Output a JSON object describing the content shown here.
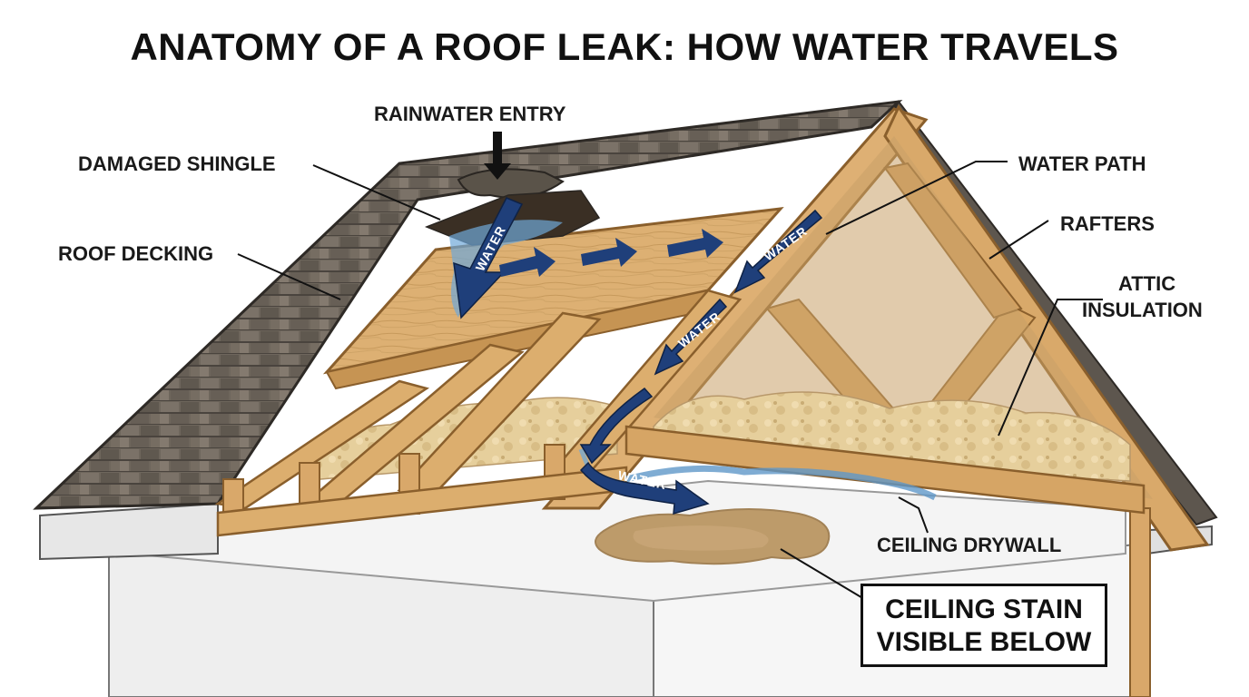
{
  "title": "ANATOMY OF A ROOF LEAK: HOW WATER TRAVELS",
  "labels": {
    "rainwater_entry": "RAINWATER ENTRY",
    "damaged_shingle": "DAMAGED SHINGLE",
    "roof_decking": "ROOF DECKING",
    "water_path": "WATER PATH",
    "rafters": "RAFTERS",
    "attic_insulation_line1": "ATTIC",
    "attic_insulation_line2": "INSULATION",
    "ceiling_drywall": "CEILING DRYWALL",
    "ceiling_stain_line1": "CEILING STAIN",
    "ceiling_stain_line2": "VISIBLE BELOW"
  },
  "flow_arrows": {
    "arrow_1_text": "WATER",
    "arrow_2_text": "WATER",
    "arrow_3_text": "WATER",
    "arrow_4_text": "WATER"
  },
  "colors": {
    "water_arrow": "#1f3f7a",
    "water_wet": "#6fa8d8",
    "wood": "#dcae6e",
    "wood_dark": "#b98445",
    "shingle": "#6e665c",
    "insulation": "#e8d3a4",
    "stain": "#b8925c"
  }
}
